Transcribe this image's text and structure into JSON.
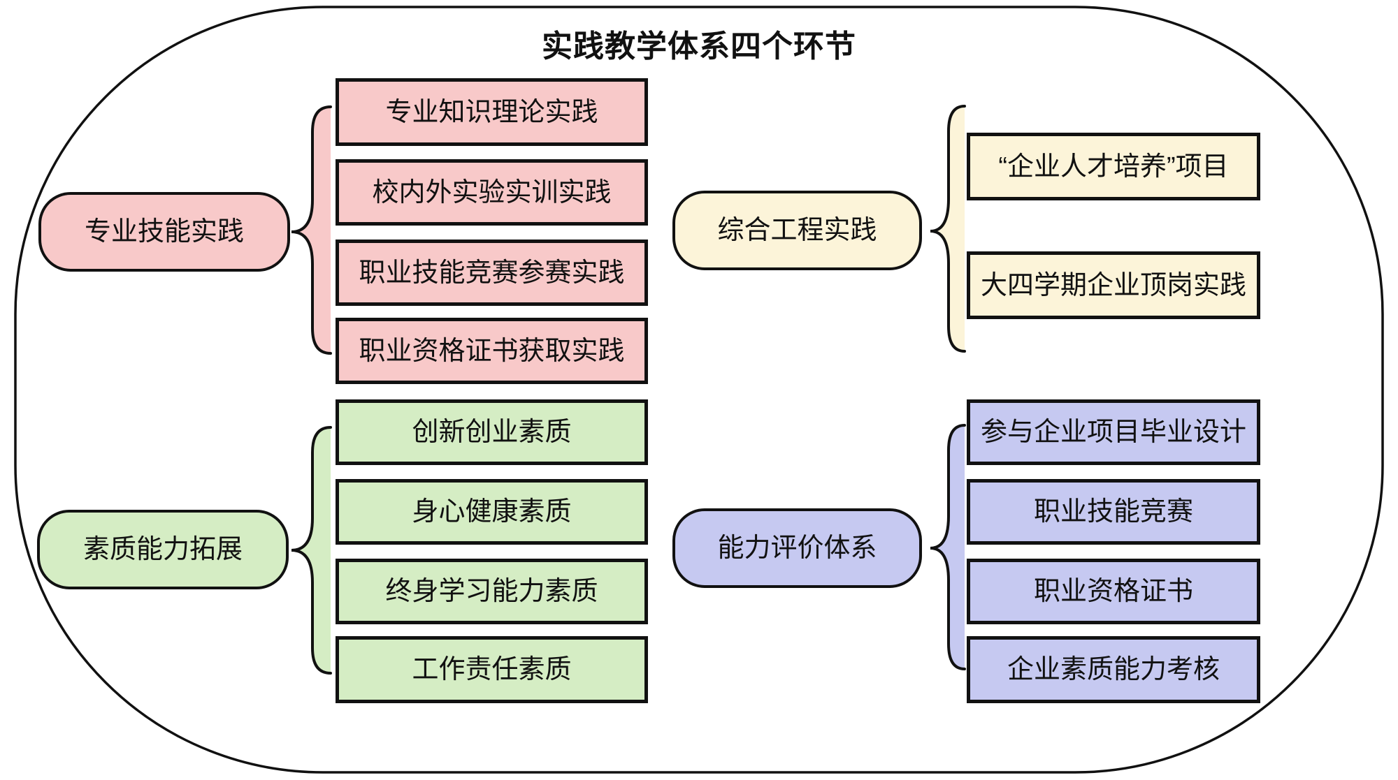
{
  "title": "实践教学体系四个环节",
  "colors": {
    "pink": "#f8c9c9",
    "cream": "#fcf4d9",
    "green": "#d5edc4",
    "purple": "#c6c9f1",
    "stroke": "#111111"
  },
  "groups": [
    {
      "label": "专业技能实践",
      "children": [
        "专业知识理论实践",
        "校内外实验实训实践",
        "职业技能竞赛参赛实践",
        "职业资格证书获取实践"
      ]
    },
    {
      "label": "综合工程实践",
      "children": [
        "“企业人才培养”项目",
        "大四学期企业顶岗实践"
      ]
    },
    {
      "label": "素质能力拓展",
      "children": [
        "创新创业素质",
        "身心健康素质",
        "终身学习能力素质",
        "工作责任素质"
      ]
    },
    {
      "label": "能力评价体系",
      "children": [
        "参与企业项目毕业设计",
        "职业技能竞赛",
        "职业资格证书",
        "企业素质能力考核"
      ]
    }
  ]
}
